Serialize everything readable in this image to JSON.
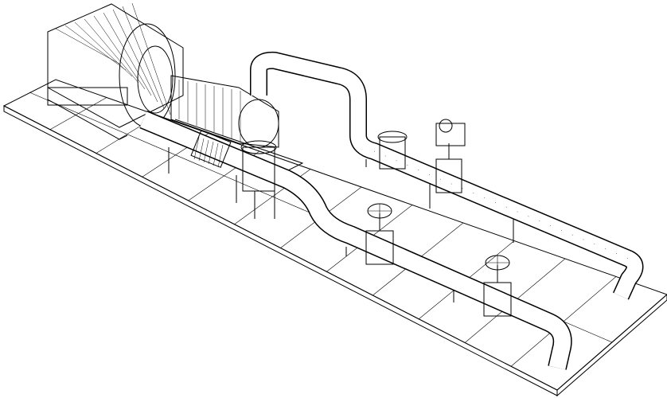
{
  "drawing": {
    "style": "isometric wireframe line drawing",
    "line_color": "#000000",
    "background_color": "#ffffff",
    "components": [
      "base-platform",
      "electric-motor",
      "multistage-pump",
      "flexible-coupling",
      "upper-discharge-pipe",
      "lower-suction-pipe",
      "gate-valve-with-handwheel",
      "gate-valve-with-handwheel",
      "actuated-valve",
      "check-valve",
      "pipe-supports"
    ]
  }
}
